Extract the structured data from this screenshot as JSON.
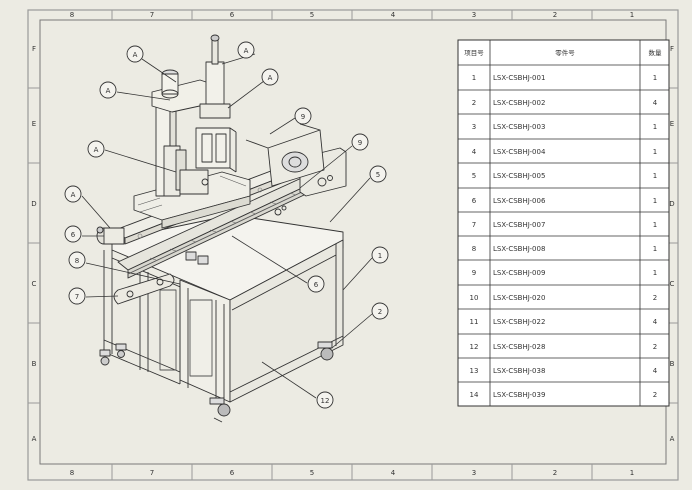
{
  "border": {
    "top_numbers": [
      "8",
      "7",
      "6",
      "5",
      "4",
      "3",
      "2",
      "1"
    ],
    "bottom_numbers": [
      "8",
      "7",
      "6",
      "5",
      "4",
      "3",
      "2",
      "1"
    ],
    "left_letters": [
      "F",
      "E",
      "D",
      "C",
      "B",
      "A"
    ],
    "right_letters": [
      "F",
      "E",
      "D",
      "C",
      "B",
      "A"
    ]
  },
  "bom": {
    "headers": {
      "item": "项目号",
      "part": "零件号",
      "qty": "数量"
    },
    "rows": [
      {
        "item": "1",
        "part": "LSX-CSBHJ-001",
        "qty": "1"
      },
      {
        "item": "2",
        "part": "LSX-CSBHJ-002",
        "qty": "4"
      },
      {
        "item": "3",
        "part": "LSX-CSBHJ-003",
        "qty": "1"
      },
      {
        "item": "4",
        "part": "LSX-CSBHJ-004",
        "qty": "1"
      },
      {
        "item": "5",
        "part": "LSX-CSBHJ-005",
        "qty": "1"
      },
      {
        "item": "6",
        "part": "LSX-CSBHJ-006",
        "qty": "1"
      },
      {
        "item": "7",
        "part": "LSX-CSBHJ-007",
        "qty": "1"
      },
      {
        "item": "8",
        "part": "LSX-CSBHJ-008",
        "qty": "1"
      },
      {
        "item": "9",
        "part": "LSX-CSBHJ-009",
        "qty": "1"
      },
      {
        "item": "10",
        "part": "LSX-CSBHJ-020",
        "qty": "2"
      },
      {
        "item": "11",
        "part": "LSX-CSBHJ-022",
        "qty": "4"
      },
      {
        "item": "12",
        "part": "LSX-CSBHJ-028",
        "qty": "2"
      },
      {
        "item": "13",
        "part": "LSX-CSBHJ-038",
        "qty": "4"
      },
      {
        "item": "14",
        "part": "LSX-CSBHJ-039",
        "qty": "2"
      }
    ]
  },
  "balloons": [
    "A",
    "A",
    "A",
    "A",
    "A",
    "A",
    "9",
    "9",
    "5",
    "6",
    "8",
    "7",
    "1",
    "6",
    "2",
    "12"
  ]
}
